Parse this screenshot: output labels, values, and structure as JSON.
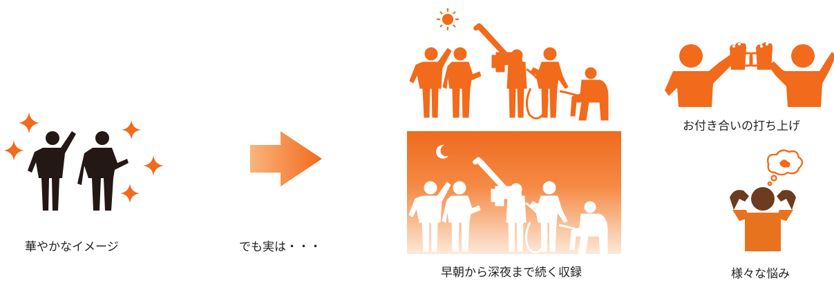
{
  "colors": {
    "accent": "#f26a1b",
    "figure_dark": "#231815",
    "arrow_light": "#f9b47d",
    "night_top": "#ef6a1f",
    "night_bottom": "#fde9da",
    "worry_head": "#6d3b1f",
    "worry_body": "#e8731f"
  },
  "icons": [
    "sparkle-icon",
    "arrow-right-icon",
    "sun-icon",
    "moon-icon",
    "beer-mug-icon",
    "thought-bubble-icon"
  ],
  "captions": {
    "glamorous": "華やかなイメージ",
    "but_actually": "でも実は・・・",
    "recording": "早朝から深夜まで続く収録",
    "drinking": "お付き合いの打ち上げ",
    "worries": "様々な悩み"
  }
}
